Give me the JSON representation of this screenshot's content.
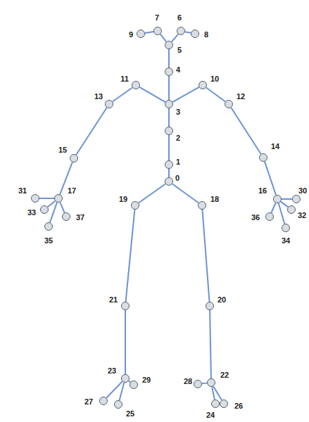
{
  "diagram": {
    "nodes": [
      {
        "text": [
          "0"
        ]
      },
      {
        "text": [
          "1"
        ]
      },
      {
        "text": [
          "2"
        ]
      },
      {
        "text": [
          "3"
        ]
      },
      {
        "text": [
          "4"
        ]
      },
      {
        "text": [
          "5"
        ]
      },
      {
        "text": [
          "6"
        ]
      },
      {
        "text": [
          "7"
        ]
      },
      {
        "text": [
          "8"
        ]
      },
      {
        "text": [
          "9"
        ]
      },
      {
        "text": [
          "10"
        ]
      },
      {
        "text": [
          "11"
        ]
      },
      {
        "text": [
          "12"
        ]
      },
      {
        "text": [
          "13"
        ]
      },
      {
        "text": [
          "14"
        ]
      },
      {
        "text": [
          "15"
        ]
      },
      {
        "text": [
          "16"
        ]
      },
      {
        "text": [
          "17"
        ]
      },
      {
        "text": [
          "18"
        ]
      },
      {
        "text": [
          "19"
        ]
      },
      {
        "text": [
          "20"
        ]
      },
      {
        "text": [
          "21"
        ]
      },
      {
        "text": [
          "22"
        ]
      },
      {
        "text": [
          "23"
        ]
      },
      {
        "text": [
          "24"
        ]
      },
      {
        "text": [
          "25"
        ]
      },
      {
        "text": [
          "26"
        ]
      },
      {
        "text": [
          "27"
        ]
      },
      {
        "text": [
          "28"
        ]
      },
      {
        "text": [
          "29"
        ]
      },
      {
        "text": [
          "30"
        ]
      },
      {
        "text": [
          "31"
        ]
      },
      {
        "text": [
          "32"
        ]
      },
      {
        "text": [
          "33"
        ]
      },
      {
        "text": [
          "34"
        ]
      },
      {
        "text": [
          "35"
        ]
      },
      {
        "text": [
          "36"
        ]
      },
      {
        "text": [
          "37"
        ]
      }
    ],
    "edges": [
      {
        "from": 0,
        "to": 1,
        "arrow": "none"
      },
      {
        "from": 1,
        "to": 2,
        "arrow": "none"
      },
      {
        "from": 2,
        "to": 3,
        "arrow": "none"
      },
      {
        "from": 3,
        "to": 4,
        "arrow": "none"
      },
      {
        "from": 4,
        "to": 5,
        "arrow": "none"
      },
      {
        "from": 5,
        "to": 6,
        "arrow": "none"
      },
      {
        "from": 5,
        "to": 7,
        "arrow": "none"
      },
      {
        "from": 6,
        "to": 8,
        "arrow": "none"
      },
      {
        "from": 7,
        "to": 9,
        "arrow": "none"
      },
      {
        "from": 3,
        "to": 10,
        "arrow": "none"
      },
      {
        "from": 3,
        "to": 11,
        "arrow": "none"
      },
      {
        "from": 10,
        "to": 12,
        "arrow": "none"
      },
      {
        "from": 11,
        "to": 13,
        "arrow": "none"
      },
      {
        "from": 12,
        "to": 14,
        "arrow": "none"
      },
      {
        "from": 13,
        "to": 15,
        "arrow": "none"
      },
      {
        "from": 14,
        "to": 16,
        "arrow": "none"
      },
      {
        "from": 15,
        "to": 17,
        "arrow": "none"
      },
      {
        "from": 16,
        "to": 30,
        "arrow": "none"
      },
      {
        "from": 16,
        "to": 32,
        "arrow": "none"
      },
      {
        "from": 16,
        "to": 34,
        "arrow": "none"
      },
      {
        "from": 16,
        "to": 36,
        "arrow": "none"
      },
      {
        "from": 17,
        "to": 31,
        "arrow": "none"
      },
      {
        "from": 17,
        "to": 33,
        "arrow": "none"
      },
      {
        "from": 17,
        "to": 35,
        "arrow": "none"
      },
      {
        "from": 17,
        "to": 37,
        "arrow": "none"
      },
      {
        "from": 0,
        "to": 18,
        "arrow": "none"
      },
      {
        "from": 0,
        "to": 19,
        "arrow": "none"
      },
      {
        "from": 18,
        "to": 20,
        "arrow": "none"
      },
      {
        "from": 19,
        "to": 21,
        "arrow": "none"
      },
      {
        "from": 20,
        "to": 22,
        "arrow": "none"
      },
      {
        "from": 21,
        "to": 23,
        "arrow": "none"
      },
      {
        "from": 22,
        "to": 24,
        "arrow": "none"
      },
      {
        "from": 22,
        "to": 26,
        "arrow": "none"
      },
      {
        "from": 22,
        "to": 28,
        "arrow": "none"
      },
      {
        "from": 23,
        "to": 25,
        "arrow": "none"
      },
      {
        "from": 23,
        "to": 27,
        "arrow": "none"
      },
      {
        "from": 23,
        "to": 29,
        "arrow": "none"
      }
    ]
  }
}
